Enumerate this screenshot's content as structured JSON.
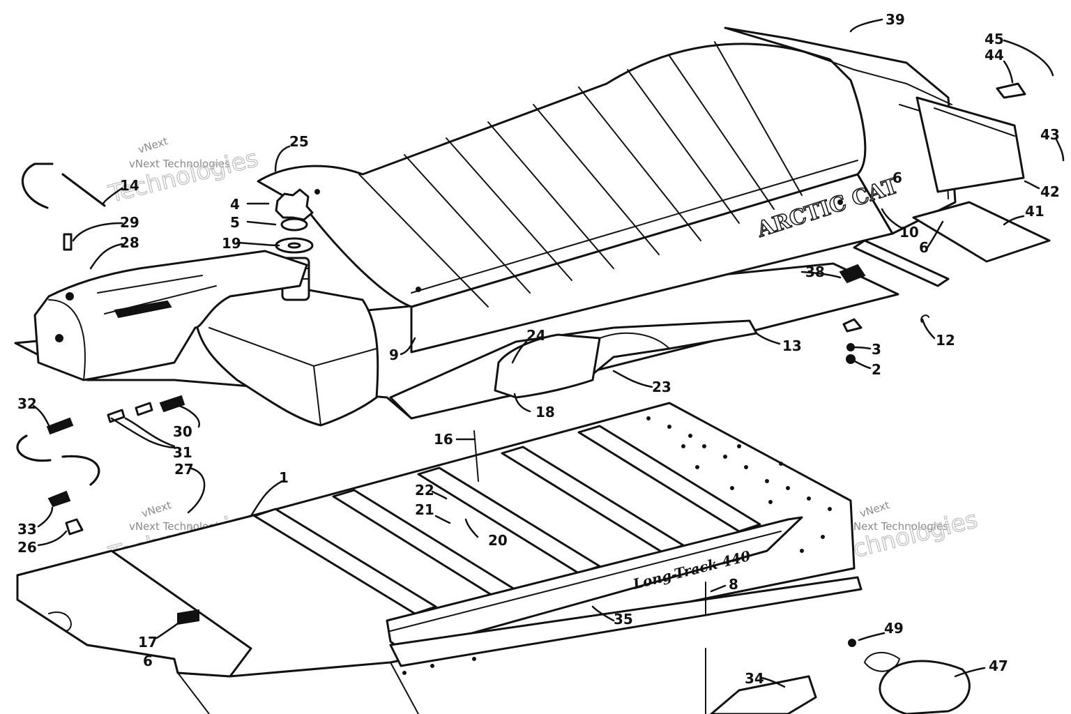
{
  "watermark": {
    "line1": "vNext Technologies",
    "big_word": "Technologies",
    "top_word": "vNext",
    "color": "#bdbdbd"
  },
  "labels": {
    "brand": "ARCTIC CAT",
    "model": "Long-Track 440"
  },
  "callouts": [
    "1",
    "2",
    "3",
    "4",
    "5",
    "6",
    "6",
    "6",
    "8",
    "9",
    "10",
    "12",
    "13",
    "14",
    "16",
    "17",
    "18",
    "19",
    "20",
    "21",
    "22",
    "23",
    "24",
    "25",
    "26",
    "27",
    "28",
    "29",
    "30",
    "31",
    "32",
    "33",
    "34",
    "35",
    "38",
    "39",
    "41",
    "42",
    "43",
    "44",
    "45",
    "47",
    "49"
  ],
  "ink_color": "#111111"
}
